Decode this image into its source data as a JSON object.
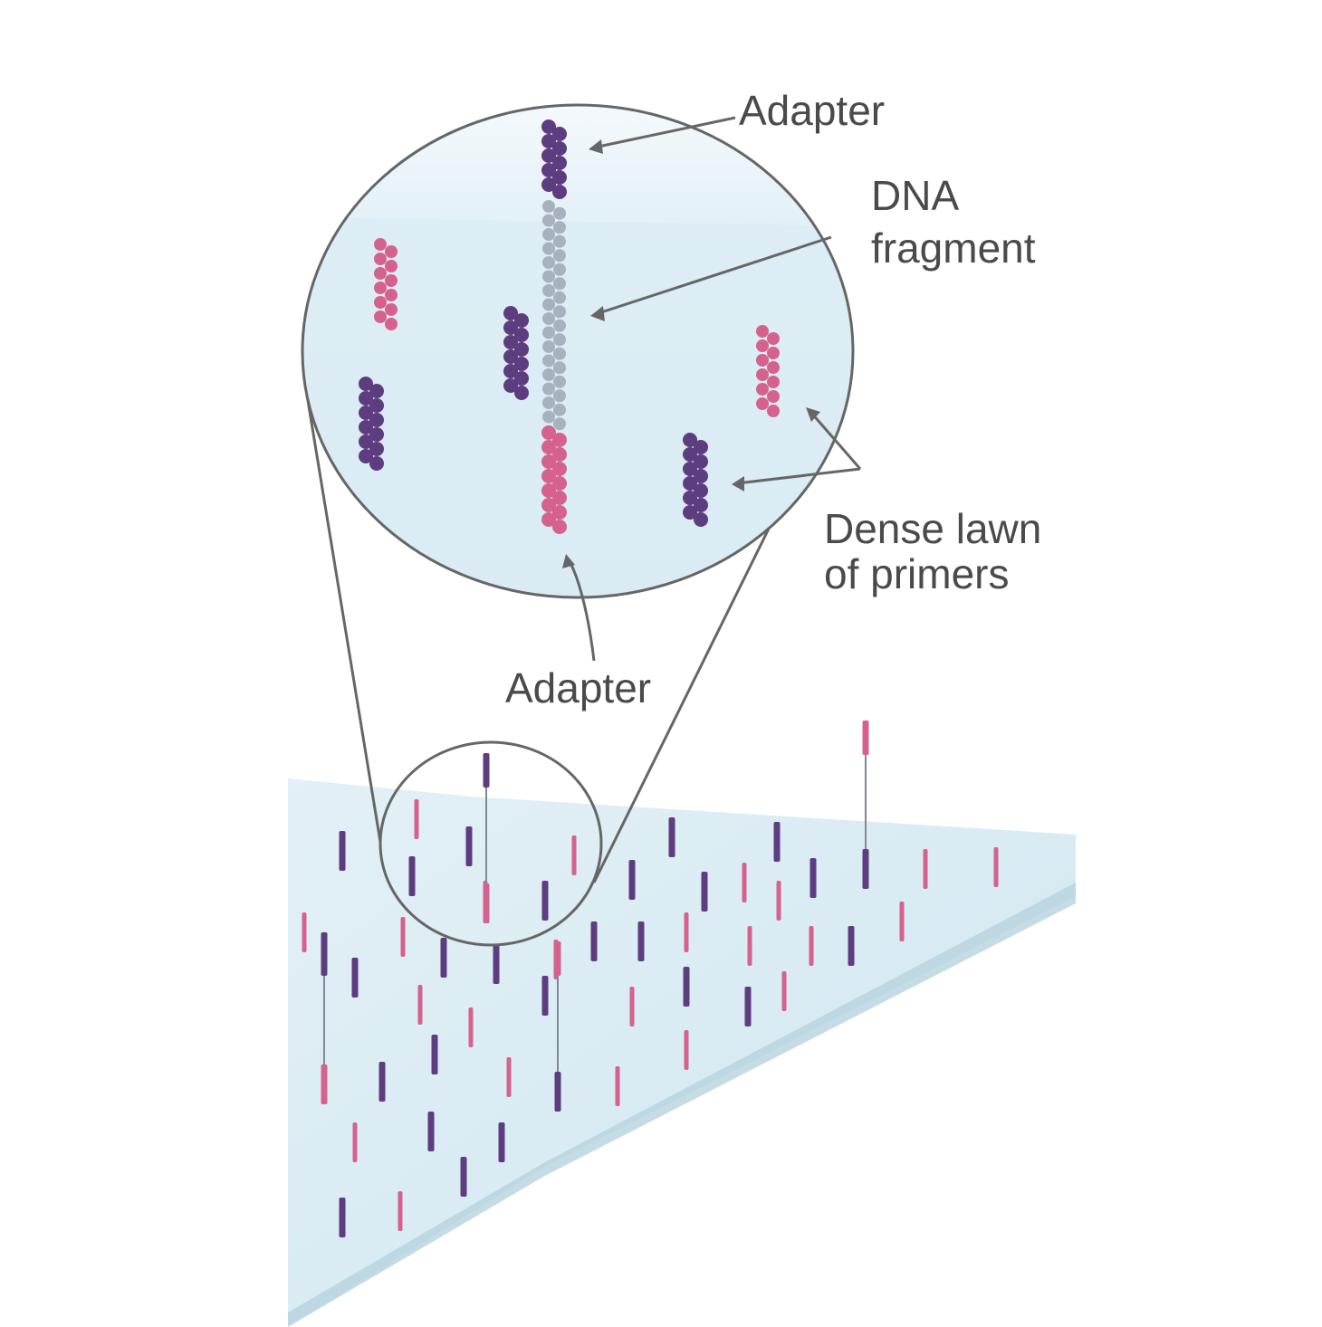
{
  "labels": {
    "adapter_top": "Adapter",
    "dna_line1": "DNA",
    "dna_line2": "fragment",
    "lawn_line1": "Dense lawn",
    "lawn_line2": "of primers",
    "adapter_bottom": "Adapter"
  },
  "colors": {
    "surface": "#dcedf5",
    "surface_edge": "#a9c9d6",
    "primer_dark": "#5e3c80",
    "primer_pink": "#d5628e",
    "fragment": "#a8b2bf",
    "outline": "#666666",
    "text": "#4a4a4a"
  }
}
